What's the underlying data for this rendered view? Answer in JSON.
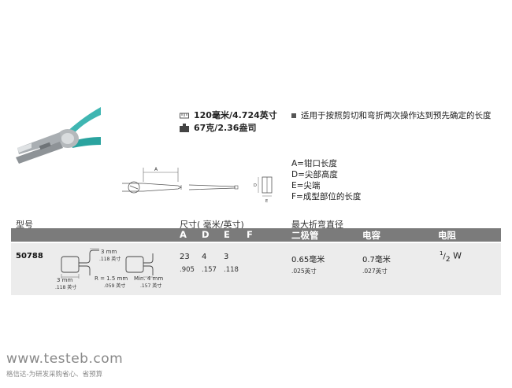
{
  "specs": {
    "length": "120毫米/4.724英寸",
    "weight": "67克/2.36盎司",
    "length_icon": "ruler-icon",
    "weight_icon": "weight-icon"
  },
  "feature": "适用于按照剪切和弯折两次操作达到预先确定的长度",
  "dimension_legend": [
    "A=钳口长度",
    "D=尖部高度",
    "E=尖端",
    "F=成型部位的长度"
  ],
  "table": {
    "header_model": "型号",
    "header_size": "尺寸( 毫米/英寸)",
    "header_bend": "最大折弯直径",
    "dim_letters": [
      "A",
      "D",
      "E",
      "F"
    ],
    "bend_cols": [
      "二极管",
      "电容",
      "电阻"
    ],
    "bar_color": "#7b7b7b",
    "row": {
      "model": "50788",
      "mm": [
        "23",
        "4",
        "3"
      ],
      "inch": [
        ".905",
        ".157",
        ".118"
      ],
      "diode_mm": "0.65毫米",
      "diode_in": ".025英寸",
      "cap_mm": "0.7毫米",
      "cap_in": ".027英寸",
      "resistor_num": "1",
      "resistor_den": "2",
      "resistor_unit": "W"
    },
    "diagram": {
      "top_mm": "3 mm",
      "top_in": ".118 英寸",
      "left_mm": "3 mm",
      "left_in": ".118 英寸",
      "radius_mm": "R = 1.5 mm",
      "radius_in": ".059 英寸",
      "min_mm": "Min. 4 mm",
      "min_in": ".157 英寸"
    }
  },
  "drawing_labels": {
    "a": "A",
    "d": "D",
    "e": "E"
  },
  "brand": {
    "url": "www.testeb.com",
    "slogan": "格信达-为研发采购省心、省预算"
  }
}
